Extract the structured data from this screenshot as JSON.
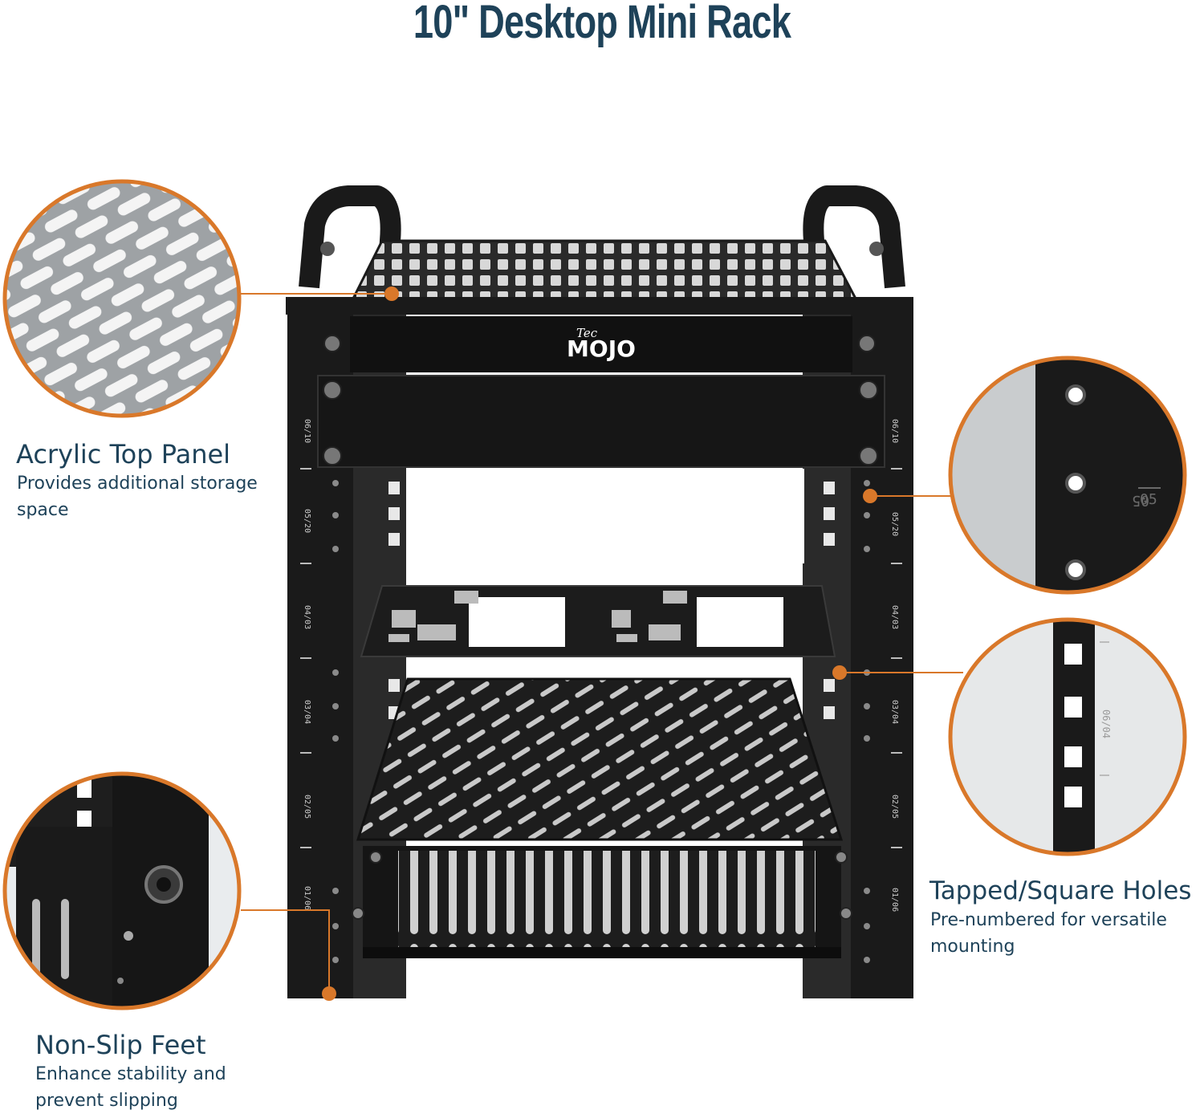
{
  "title": "10\" Desktop Mini Rack",
  "brand": {
    "small": "Tec",
    "big": "MOJO"
  },
  "callouts": {
    "top_panel": {
      "title": "Acrylic Top Panel",
      "desc_line1": "Provides additional storage",
      "desc_line2": "space"
    },
    "feet": {
      "title": "Non-Slip Feet",
      "desc_line1": "Enhance stability and",
      "desc_line2": "prevent slipping"
    },
    "holes": {
      "title": "Tapped/Square Holes",
      "desc_line1": "Pre-numbered for versatile",
      "desc_line2": "mounting"
    }
  },
  "rack_numbers": [
    "06/10",
    "05/20",
    "04/03",
    "03/04",
    "02/05",
    "01/06"
  ],
  "colors": {
    "title": "#1e4259",
    "label": "#1e4259",
    "accent": "#d9782a",
    "rack": "#1a1a1a"
  }
}
